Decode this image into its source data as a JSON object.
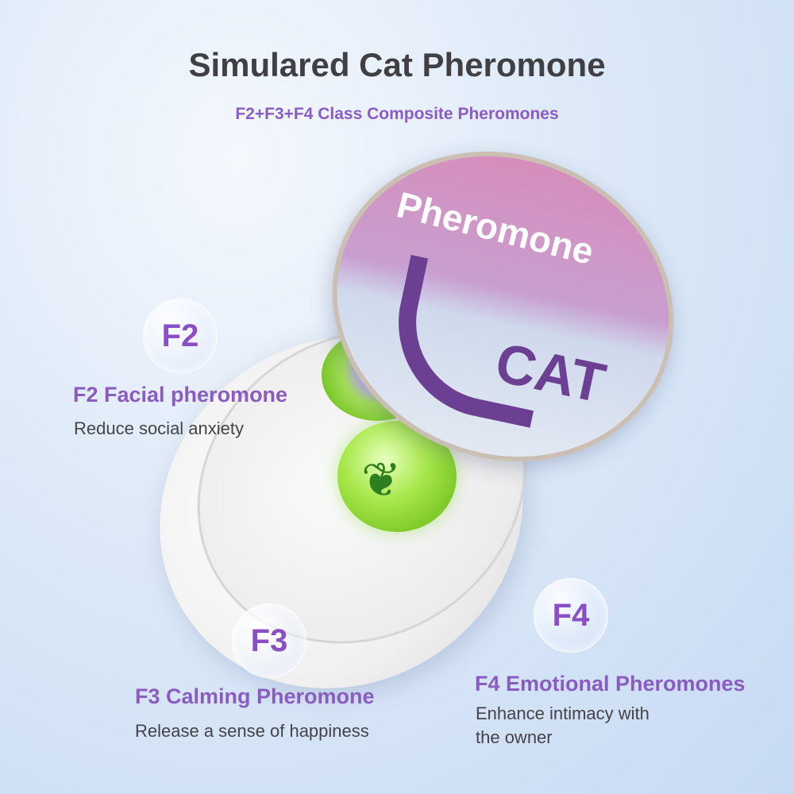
{
  "header": {
    "title": "Simulared Cat Pheromone",
    "subtitle": "F2+F3+F4 Class Composite Pheromones"
  },
  "product": {
    "disc_word": "Pheromone",
    "disc_cat": "CAT"
  },
  "features": [
    {
      "badge": "F2",
      "title": "F2 Facial pheromone",
      "desc": "Reduce social anxiety"
    },
    {
      "badge": "F3",
      "title": "F3 Calming Pheromone",
      "desc": "Release a sense of happiness"
    },
    {
      "badge": "F4",
      "title": "F4 Emotional Pheromones",
      "desc": "Enhance intimacy with the owner",
      "desc_lines": [
        "Enhance intimacy with",
        "the owner"
      ]
    }
  ],
  "colors": {
    "accent": "#8a5cc0",
    "title": "#3f3f44"
  }
}
